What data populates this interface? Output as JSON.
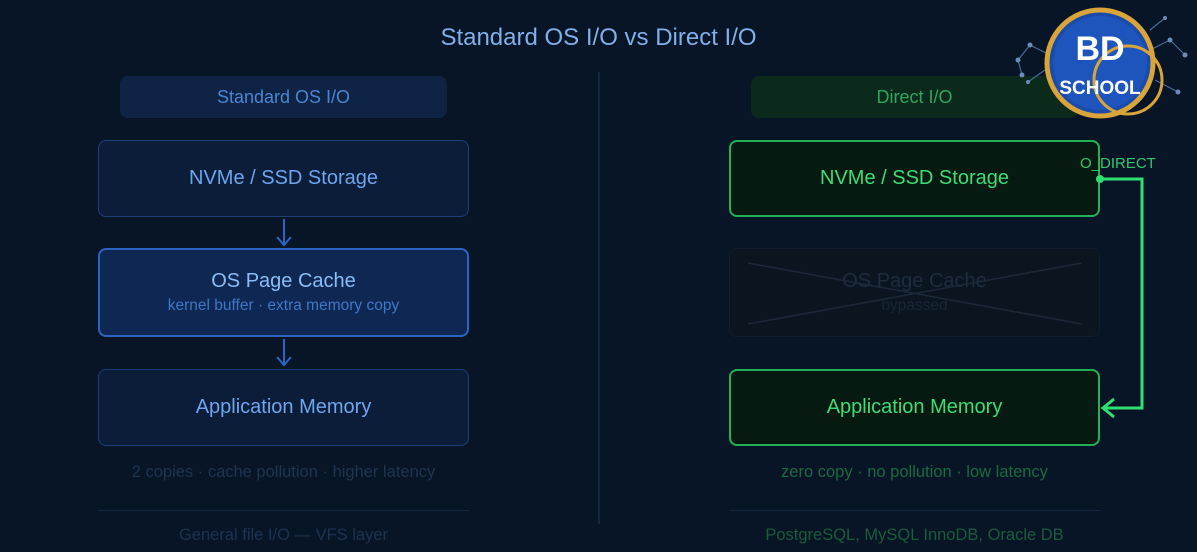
{
  "title": "Standard OS I/O vs Direct I/O",
  "logo": {
    "line1": "BD",
    "line2": "SCHOOL"
  },
  "left": {
    "header": "Standard OS I/O",
    "storage": "NVMe / SSD Storage",
    "cache_title": "OS Page Cache",
    "cache_sub": "kernel buffer · extra memory copy",
    "app": "Application Memory",
    "caption": "2 copies · cache pollution · higher latency",
    "footer": "General file I/O — VFS layer"
  },
  "right": {
    "header": "Direct I/O",
    "storage": "NVMe / SSD Storage",
    "cache_title": "OS Page Cache",
    "cache_sub": "bypassed",
    "app": "Application Memory",
    "caption": "zero copy · no pollution · low latency",
    "footer": "PostgreSQL, MySQL InnoDB, Oracle DB",
    "path_label": "O_DIRECT"
  },
  "colors": {
    "background": "#081526",
    "blue_accent": "#2c64c1",
    "green_accent": "#23d768"
  }
}
